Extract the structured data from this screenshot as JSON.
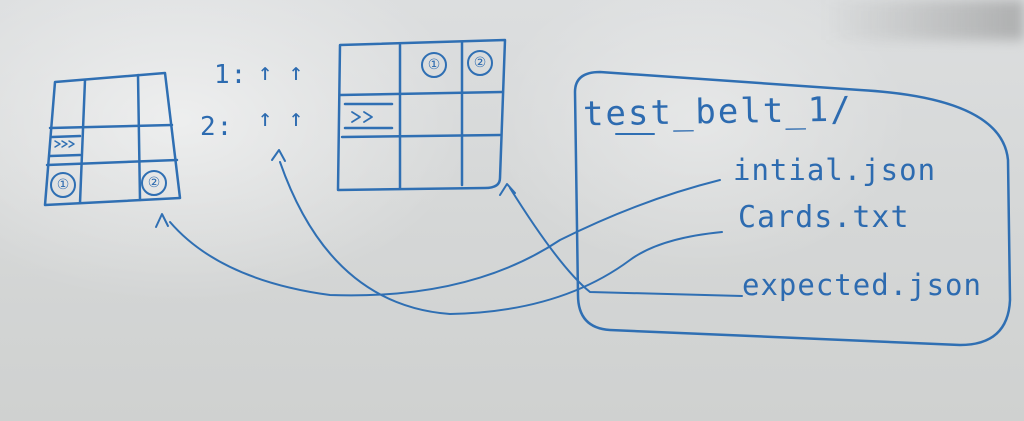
{
  "whiteboard": {
    "folder_name": "test_belt_1/",
    "files": [
      "intial.json",
      "Cards.txt",
      "expected.json"
    ],
    "sequence": [
      {
        "label": "1:",
        "moves": "↑ ↑"
      },
      {
        "label": "2:",
        "moves": "↑ ↑"
      }
    ],
    "left_grid": {
      "cell_a": "①",
      "cell_b": "②"
    },
    "right_grid": {
      "cell_a": "①",
      "cell_b": "②"
    },
    "ink_color": "#2f6fb3"
  }
}
